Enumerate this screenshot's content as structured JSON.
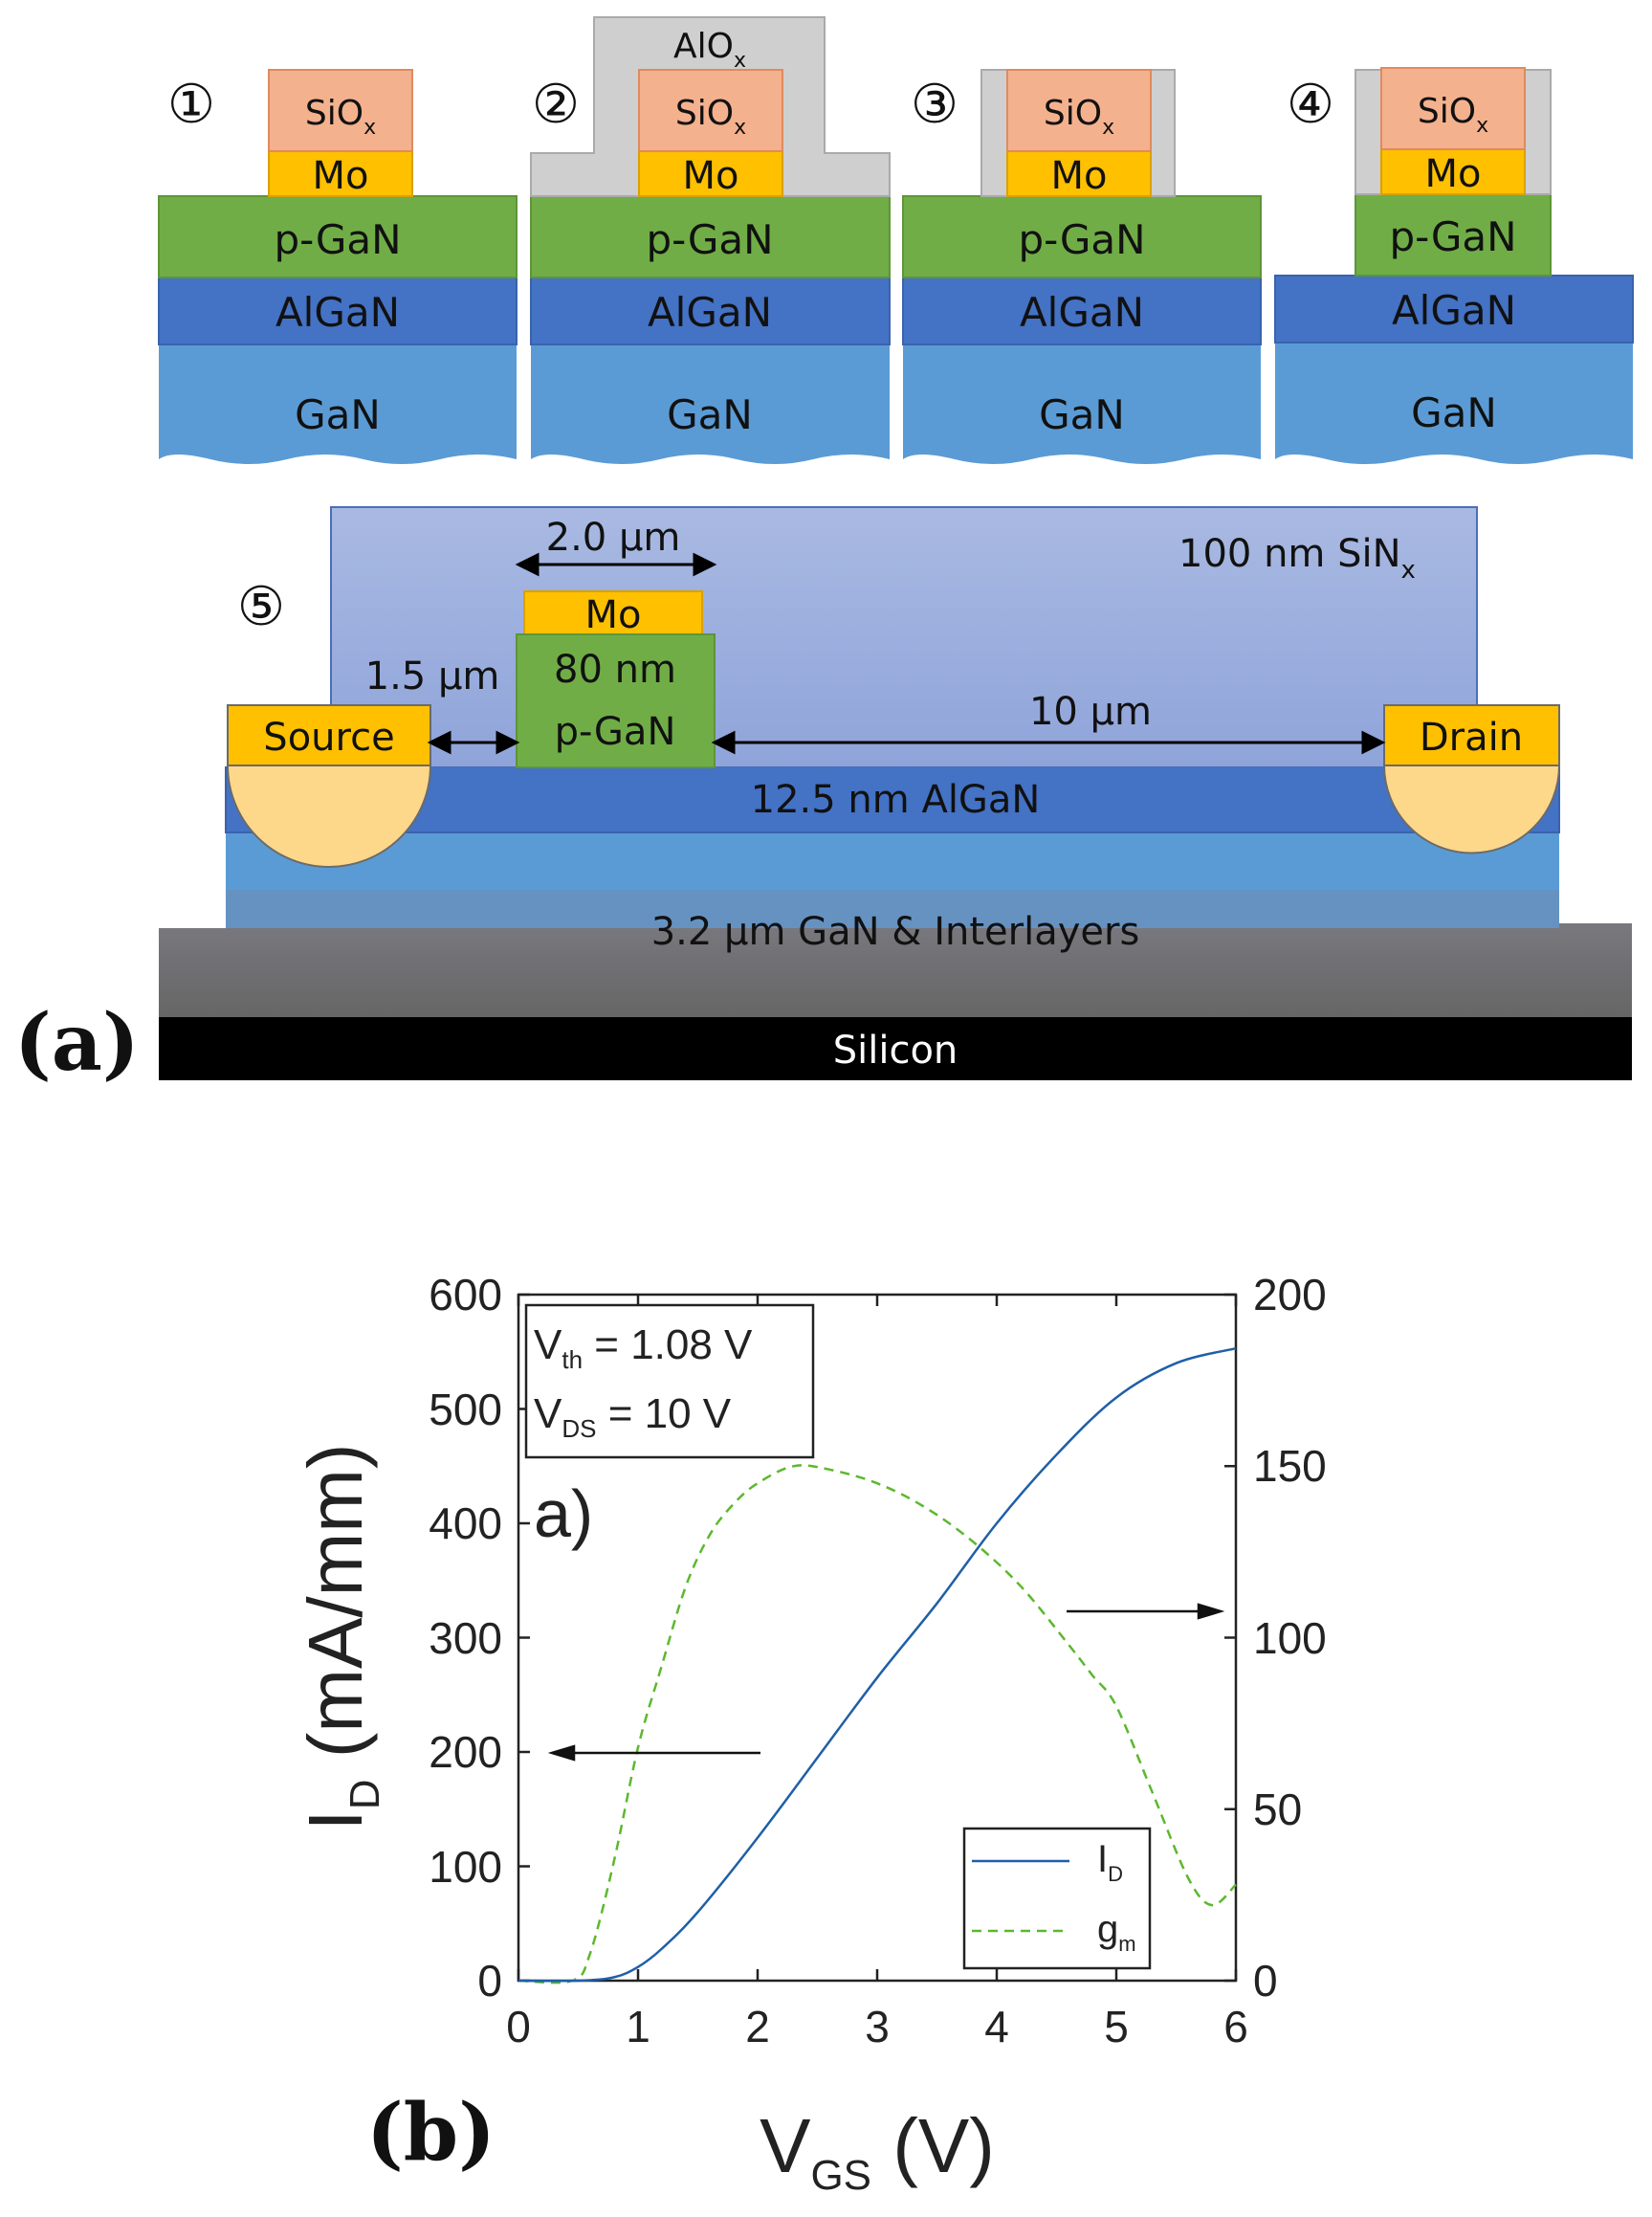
{
  "panel_a": {
    "label": "(a)",
    "steps": [
      {
        "number": "①",
        "layers": {
          "oxide": "SiO",
          "oxide_sub": "x",
          "metal": "Mo",
          "pgan": "p-GaN",
          "algan": "AlGaN",
          "gan": "GaN"
        }
      },
      {
        "number": "②",
        "cap": "AlO",
        "cap_sub": "x",
        "layers": {
          "oxide": "SiO",
          "oxide_sub": "x",
          "metal": "Mo",
          "pgan": "p-GaN",
          "algan": "AlGaN",
          "gan": "GaN"
        }
      },
      {
        "number": "③",
        "layers": {
          "oxide": "SiO",
          "oxide_sub": "x",
          "metal": "Mo",
          "pgan": "p-GaN",
          "algan": "AlGaN",
          "gan": "GaN"
        }
      },
      {
        "number": "④",
        "layers": {
          "oxide": "SiO",
          "oxide_sub": "x",
          "metal": "Mo",
          "pgan": "p-GaN",
          "algan": "AlGaN",
          "gan": "GaN"
        }
      }
    ],
    "device": {
      "number": "⑤",
      "passivation": "100 nm SiN",
      "passivation_sub": "x",
      "gate_width": "2.0 µm",
      "gate_metal": "Mo",
      "pgan_line1": "80 nm",
      "pgan_line2": "p-GaN",
      "gs_spacing": "1.5 µm",
      "gd_spacing": "10 µm",
      "source": "Source",
      "drain": "Drain",
      "barrier": "12.5 nm AlGaN",
      "buffer": "3.2 µm GaN & Interlayers",
      "substrate": "Silicon"
    },
    "colors": {
      "oxide": "#f4b18e",
      "metal": "#ffc000",
      "pgan": "#70ad47",
      "algan": "#4472c4",
      "gan": "#5b9bd5",
      "alox": "#cfcfcf",
      "sinx": "#a4b6e0"
    }
  },
  "panel_b": {
    "label": "(b)",
    "inner_label": "a)",
    "info_box": {
      "line1_var": "V",
      "line1_sub": "th",
      "line1_val": " = 1.08 V",
      "line2_var": "V",
      "line2_sub": "DS",
      "line2_val": " = 10 V"
    },
    "legend": [
      {
        "name": "I",
        "sub": "D",
        "color": "#1f5fa8",
        "dash": "solid"
      },
      {
        "name": "g",
        "sub": "m",
        "color": "#5cb82e",
        "dash": "dashed"
      }
    ]
  },
  "chart_data": {
    "type": "line",
    "xlabel": "V",
    "xlabel_sub": "GS",
    "xlabel_unit": " (V)",
    "ylabel": "I",
    "ylabel_sub": "D",
    "ylabel_unit": " (mA/mm)",
    "xlim": [
      0,
      6
    ],
    "ylim_left": [
      0,
      600
    ],
    "ylim_right": [
      0,
      200
    ],
    "x_ticks": [
      "0",
      "1",
      "2",
      "3",
      "4",
      "5",
      "6"
    ],
    "y_left_ticks": [
      "0",
      "100",
      "200",
      "300",
      "400",
      "500",
      "600"
    ],
    "y_right_ticks": [
      "0",
      "50",
      "100",
      "150",
      "200"
    ],
    "series": [
      {
        "name": "I_D",
        "axis": "left",
        "color": "#1f5fa8",
        "x": [
          0,
          0.5,
          0.8,
          1.0,
          1.2,
          1.5,
          2.0,
          2.5,
          3.0,
          3.5,
          4.0,
          4.5,
          5.0,
          5.5,
          6.0
        ],
        "y": [
          0,
          0,
          3,
          12,
          28,
          60,
          125,
          195,
          265,
          330,
          400,
          460,
          510,
          540,
          553
        ]
      },
      {
        "name": "g_m",
        "axis": "right",
        "color": "#5cb82e",
        "x": [
          0,
          0.45,
          0.6,
          0.8,
          1.0,
          1.2,
          1.4,
          1.6,
          1.8,
          2.0,
          2.3,
          2.6,
          3.0,
          3.4,
          3.8,
          4.2,
          4.6,
          4.8,
          5.0,
          5.3,
          5.6,
          5.8,
          6.0
        ],
        "y": [
          0,
          0,
          8,
          35,
          68,
          92,
          115,
          130,
          139,
          145,
          150,
          149,
          145,
          138,
          128,
          115,
          98,
          89,
          80,
          55,
          30,
          22,
          28
        ]
      }
    ]
  }
}
